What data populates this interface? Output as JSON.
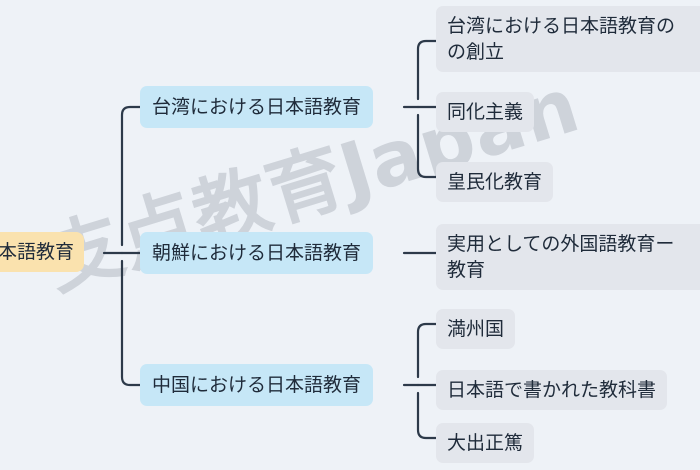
{
  "document": {
    "type": "mind-map",
    "title_node": "本語教育",
    "watermark": "支点教育Japan",
    "background_color": "#eef2f7",
    "connector_color": "#2d3a4a"
  },
  "colors": {
    "root_fill": "#fae2ae",
    "branch_fill": "#c6e7f7",
    "leaf_fill": "#e3e6ec",
    "text": "#1f2b3a"
  },
  "tree": {
    "root": {
      "label": "本語教育",
      "note": "clipped at left edge of screenshot"
    },
    "branches": [
      {
        "label": "台湾における日本語教育",
        "children": [
          {
            "label_line1": "台湾における日本語教育の",
            "label_line2": "の創立",
            "lines": 2
          },
          {
            "label_line1": "同化主義",
            "lines": 1
          },
          {
            "label_line1": "皇民化教育",
            "lines": 1
          }
        ]
      },
      {
        "label": "朝鮮における日本語教育",
        "children": [
          {
            "label_line1": "実用としての外国語教育ー",
            "label_line2": "教育",
            "lines": 2
          }
        ]
      },
      {
        "label": "中国における日本語教育",
        "children": [
          {
            "label_line1": "満州国",
            "lines": 1
          },
          {
            "label_line1": "日本語で書かれた教科書",
            "lines": 1
          },
          {
            "label_line1": "大出正篤",
            "lines": 1
          }
        ]
      }
    ]
  }
}
